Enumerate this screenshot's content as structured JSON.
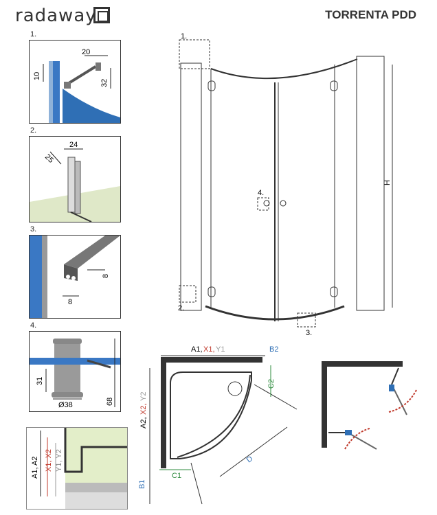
{
  "brand": {
    "logo_text": "radaway"
  },
  "product": {
    "title": "TORRENTA PDD"
  },
  "details": [
    {
      "number": "1.",
      "dims": [
        "20",
        "10",
        "32"
      ]
    },
    {
      "number": "2.",
      "dims": [
        "25",
        "24"
      ]
    },
    {
      "number": "3.",
      "dims": [
        "8",
        "8"
      ]
    },
    {
      "number": "4.",
      "dims": [
        "31",
        "Ø38",
        "68"
      ]
    }
  ],
  "height_detail": {
    "labels": [
      "A1, A2",
      "X1, X2",
      "Y1, Y2"
    ]
  },
  "main_view": {
    "callouts": [
      "1.",
      "2.",
      "3.",
      "4."
    ],
    "height_label": "H"
  },
  "plan": {
    "top_a": "A1,",
    "top_x": "X1,",
    "top_y": "Y1",
    "top_b": "B2",
    "side_a": "A2,",
    "side_x": "X2,",
    "side_y": "Y2",
    "side_b": "B1",
    "c1": "C1",
    "c2": "C2",
    "d": "D"
  },
  "colors": {
    "accent_red": "#c0392b",
    "accent_green": "#2e8b3e",
    "accent_blue": "#2f6fb5",
    "glass_blue": "#3a78c4"
  }
}
